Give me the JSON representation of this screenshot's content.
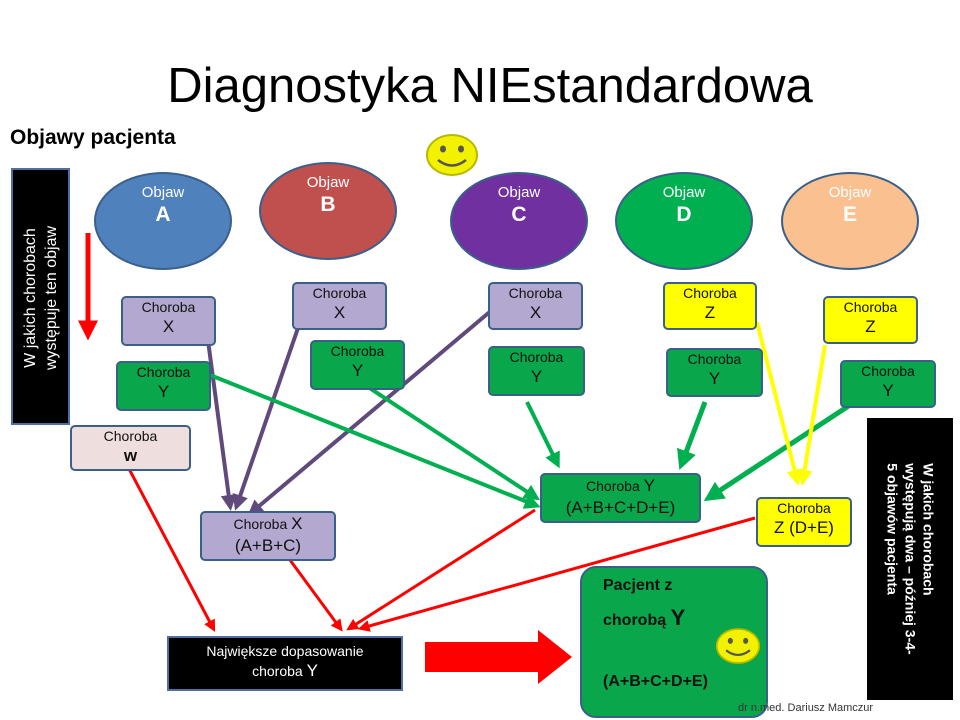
{
  "title": "Diagnostyka NIEstandardowa",
  "subtitle": "Objawy pacjenta",
  "left_sidebar_text": [
    "W jakich chorobach",
    "występuje ten objaw"
  ],
  "right_sidebar_text": [
    "W jakich chorobach",
    "występują dwa – później 3-4-",
    "5 objawów pacjenta"
  ],
  "symptoms": [
    {
      "label": "Objaw",
      "letter": "A",
      "color": "#4f81bd"
    },
    {
      "label": "Objaw",
      "letter": "B",
      "color": "#c0504d"
    },
    {
      "label": "Objaw",
      "letter": "C",
      "color": "#7030a0"
    },
    {
      "label": "Objaw",
      "letter": "D",
      "color": "#00b050"
    },
    {
      "label": "Objaw",
      "letter": "E",
      "color": "#fac090"
    }
  ],
  "disease_boxes": {
    "a_x": {
      "line1": "Choroba",
      "line2": "X"
    },
    "a_y": {
      "line1": "Choroba",
      "line2": "Y"
    },
    "a_w": {
      "line1": "Choroba",
      "line2": "w"
    },
    "b_x": {
      "line1": "Choroba",
      "line2": "X"
    },
    "b_y": {
      "line1": "Choroba",
      "line2": "Y"
    },
    "c_x": {
      "line1": "Choroba",
      "line2": "X"
    },
    "c_y": {
      "line1": "Choroba",
      "line2": "Y"
    },
    "d_z": {
      "line1": "Choroba",
      "line2": "Z"
    },
    "d_y": {
      "line1": "Choroba",
      "line2": "Y"
    },
    "e_z": {
      "line1": "Choroba",
      "line2": "Z"
    },
    "e_y": {
      "line1": "Choroba",
      "line2": "Y"
    }
  },
  "aggregates": {
    "x": {
      "prefix": "Choroba",
      "letter": "X",
      "combo": "(A+B+C)"
    },
    "y": {
      "prefix": "Choroba",
      "letter": "Y",
      "combo": "(A+B+C+D+E)"
    },
    "z": {
      "line1": "Choroba",
      "line2": "Z (D+E)"
    }
  },
  "best_match": {
    "line1": "Największe dopasowanie",
    "line2_prefix": "choroba",
    "line2_letter": "Y"
  },
  "result": {
    "line1": "Pacjent z",
    "line2_prefix": "chorobą",
    "line2_letter": "Y",
    "combo": "(A+B+C+D+E)"
  },
  "footer": "dr n.med. Dariusz Mamczur",
  "colors": {
    "purple_arrow": "#604a7b",
    "green_arrow": "#00b050",
    "red_arrow": "#ff0000",
    "yellow_arrow": "#ffff00",
    "smiley": "#f2f200"
  }
}
